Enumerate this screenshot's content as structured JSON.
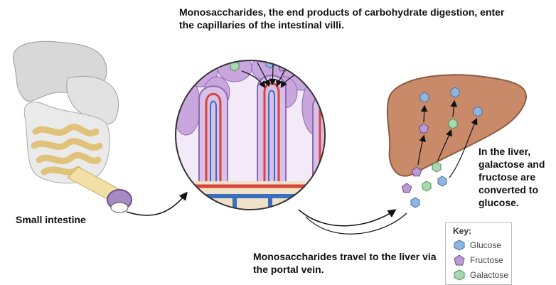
{
  "captions": {
    "top": "Monosaccharides, the end products of carbohydrate digestion, enter the capillaries of the intestinal villi.",
    "bottom": "Monosaccharides travel to the liver via the portal vein.",
    "liver": "In the liver, galactose and fructose are converted to glucose.",
    "intestine": "Small intestine"
  },
  "key": {
    "title": "Key:",
    "items": [
      {
        "label": "Glucose",
        "shape": "hexagon",
        "color": "#8fb6e0"
      },
      {
        "label": "Fructose",
        "shape": "pentagon",
        "color": "#b89bd3"
      },
      {
        "label": "Galactose",
        "shape": "hexagon",
        "color": "#a8d8b0"
      }
    ]
  },
  "colors": {
    "villus_purple": "#c9a7de",
    "artery_red": "#d9443a",
    "vein_blue": "#3a6fc0",
    "liver_brown": "#c98a6a",
    "intestine_yellow": "#f1dfa6"
  }
}
